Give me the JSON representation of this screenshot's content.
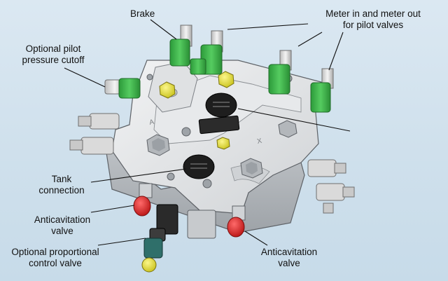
{
  "labels": {
    "brake": "Brake",
    "meter_line1": "Meter in and meter out",
    "meter_line2": "for pilot valves",
    "pilot_line1": "Optional pilot",
    "pilot_line2": "pressure cutoff",
    "tank_line1": "Tank",
    "tank_line2": "connection",
    "anticav_left_line1": "Anticavitation",
    "anticav_left_line2": "valve",
    "proportional_line1": "Optional proportional",
    "proportional_line2": "control valve",
    "anticav_right_line1": "Anticavitation",
    "anticav_right_line2": "valve"
  },
  "valve_marks": {
    "left_mark": "A",
    "right_mark": "X"
  },
  "colors": {
    "background": "#d3e3ef",
    "body": "#d9dbdd",
    "green": "#3bb54a",
    "red": "#d62828",
    "yellow": "#e8e23a",
    "plug": "#1c1c1c"
  }
}
